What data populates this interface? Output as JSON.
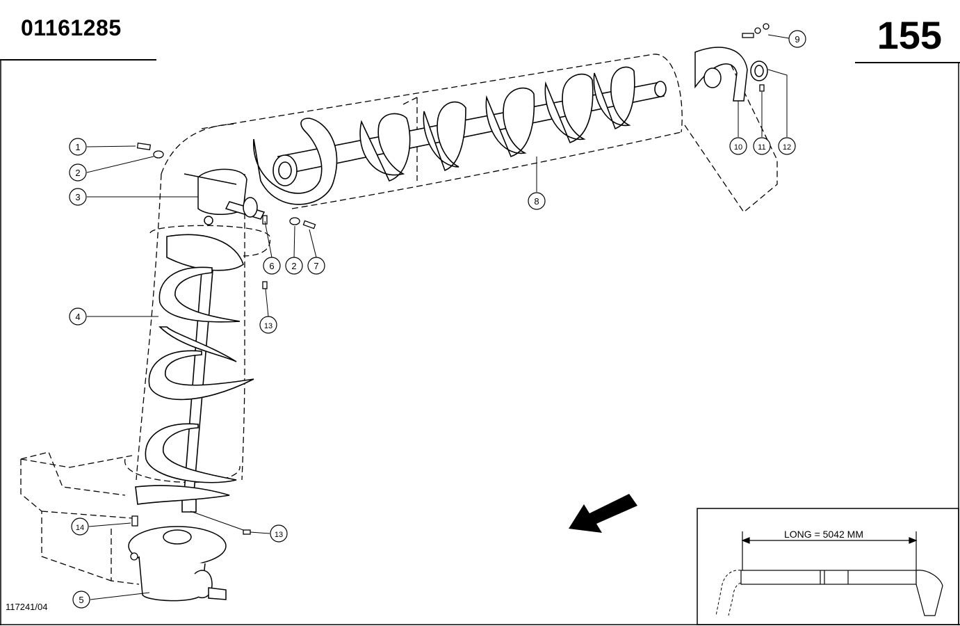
{
  "header": {
    "part_number": "01161285",
    "page_number": "155"
  },
  "footer": {
    "drawing_reference": "117241/04"
  },
  "inset": {
    "dimension_label": "LONG = 5042 MM"
  },
  "callouts": [
    "1",
    "2",
    "3",
    "4",
    "5",
    "6",
    "2",
    "7",
    "8",
    "9",
    "10",
    "11",
    "12",
    "13",
    "13",
    "14"
  ]
}
